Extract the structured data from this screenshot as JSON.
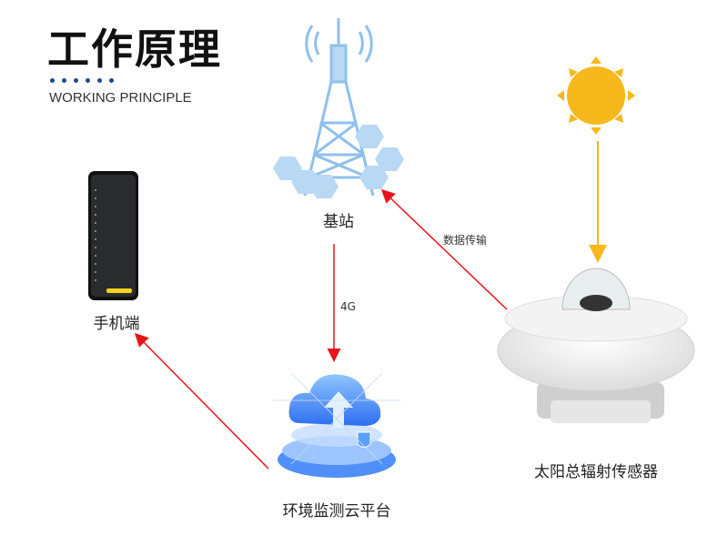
{
  "header": {
    "title": "工作原理",
    "subtitle": "WORKING PRINCIPLE"
  },
  "nodes": {
    "base_station": "基站",
    "phone": "手机端",
    "cloud": "环境监测云平台",
    "sensor": "太阳总辐射传感器"
  },
  "links": {
    "data_transfer": "数据传输",
    "network": "4G"
  },
  "colors": {
    "arrow": "#e8141b",
    "sun": "#f7b81c",
    "accent": "#1c4a8a",
    "tower": "#8fc0ec"
  }
}
